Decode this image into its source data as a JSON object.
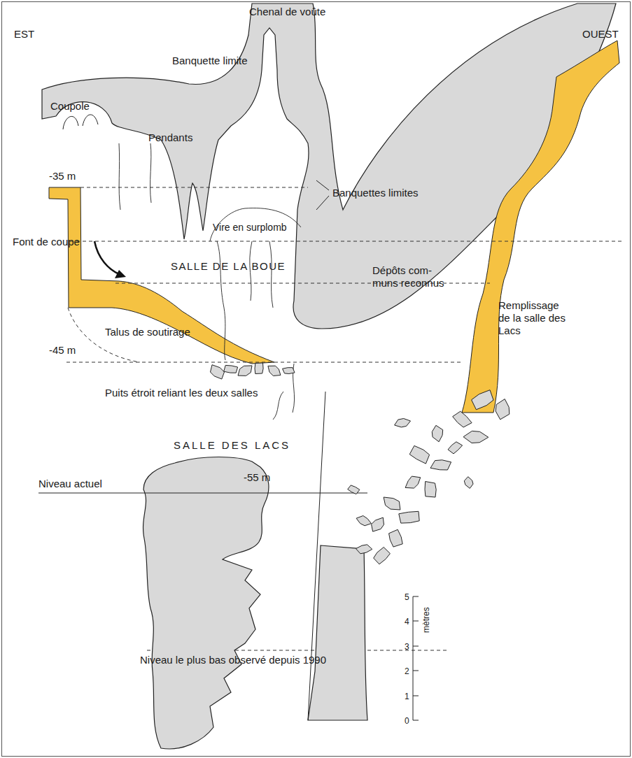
{
  "diagram": {
    "labels": [
      "EST",
      "OUEST",
      "Chenal de voûte",
      "Banquette limite",
      "Coupole",
      "Pendants",
      "-35 m",
      "Banquettes limites",
      "Vire en surplomb",
      "Font de coupe",
      "SALLE DE LA BOUE",
      "Dépôts com- muns reconnus",
      "Remplissage de la salle des Lacs",
      "Talus de soutirage",
      "-45 m",
      "Puits étroit reliant les deux salles",
      "SALLE DES LACS",
      "-55 m",
      "Niveau actuel",
      "5",
      "4",
      "3",
      "2",
      "1",
      "0",
      "mètres",
      "Niveau le plus bas observé depuis 1990"
    ]
  }
}
